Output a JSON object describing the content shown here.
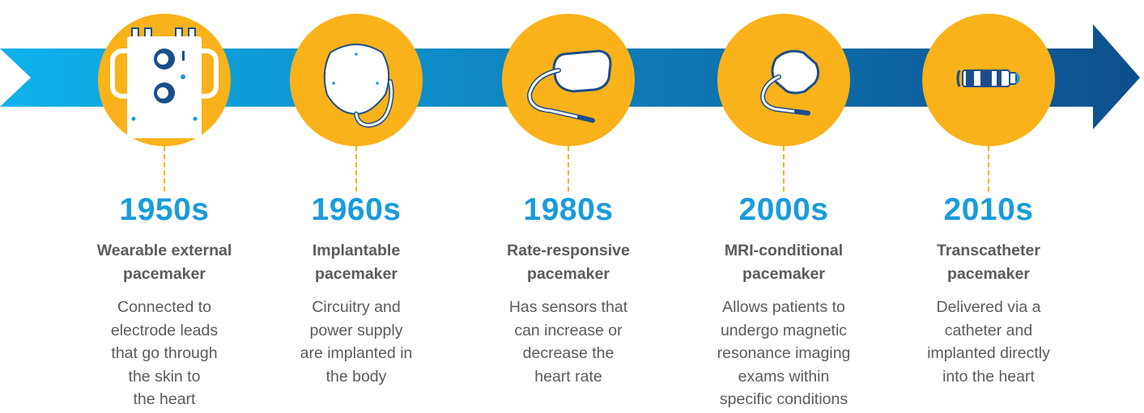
{
  "colors": {
    "arrow_start": "#0eb2ec",
    "arrow_end": "#0d4f8c",
    "circle": "#f9b21a",
    "year": "#1a9bdc",
    "text": "#5b5b5b",
    "device_outline": "#1c4e8a"
  },
  "milestones": [
    {
      "year": "1950s",
      "title_lines": [
        "Wearable external",
        "pacemaker"
      ],
      "desc_lines": [
        "Connected to",
        "electrode leads",
        "that go through",
        "the skin to",
        "the heart"
      ],
      "icon": "wearable-external-pacemaker-icon"
    },
    {
      "year": "1960s",
      "title_lines": [
        "Implantable",
        "pacemaker"
      ],
      "desc_lines": [
        "Circuitry and",
        "power supply",
        "are implanted in",
        "the body"
      ],
      "icon": "implantable-pacemaker-icon"
    },
    {
      "year": "1980s",
      "title_lines": [
        "Rate-responsive",
        "pacemaker"
      ],
      "desc_lines": [
        "Has sensors that",
        "can increase or",
        "decrease the",
        "heart rate"
      ],
      "icon": "rate-responsive-pacemaker-icon"
    },
    {
      "year": "2000s",
      "title_lines": [
        "MRI-conditional",
        "pacemaker"
      ],
      "desc_lines": [
        "Allows patients to",
        "undergo magnetic",
        "resonance imaging",
        "exams within",
        "specific conditions"
      ],
      "icon": "mri-conditional-pacemaker-icon"
    },
    {
      "year": "2010s",
      "title_lines": [
        "Transcatheter",
        "pacemaker"
      ],
      "desc_lines": [
        "Delivered via a",
        "catheter and",
        "implanted directly",
        "into the heart"
      ],
      "icon": "transcatheter-pacemaker-icon"
    }
  ]
}
